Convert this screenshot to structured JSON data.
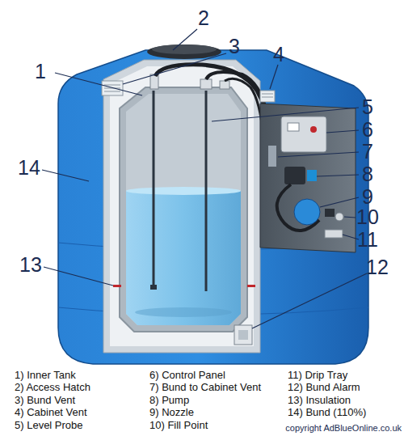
{
  "diagram": {
    "labels": [
      "1",
      "2",
      "3",
      "4",
      "5",
      "6",
      "7",
      "8",
      "9",
      "10",
      "11",
      "12",
      "13",
      "14",
      "1) Inner Tank",
      "2) Access Hatch",
      "3) Bund Vent",
      "4) Cabinet Vent",
      "5) Level Probe",
      "6) Control Panel",
      "7) Bund to Cabinet Vent",
      "8) Pump",
      "9) Nozzle",
      "10) Fill Point",
      "11) Drip Tray",
      "12) Bund Alarm",
      "13) Insulation",
      "14) Bund (110%)",
      "copyright AdBlueOnline.co.uk"
    ]
  }
}
